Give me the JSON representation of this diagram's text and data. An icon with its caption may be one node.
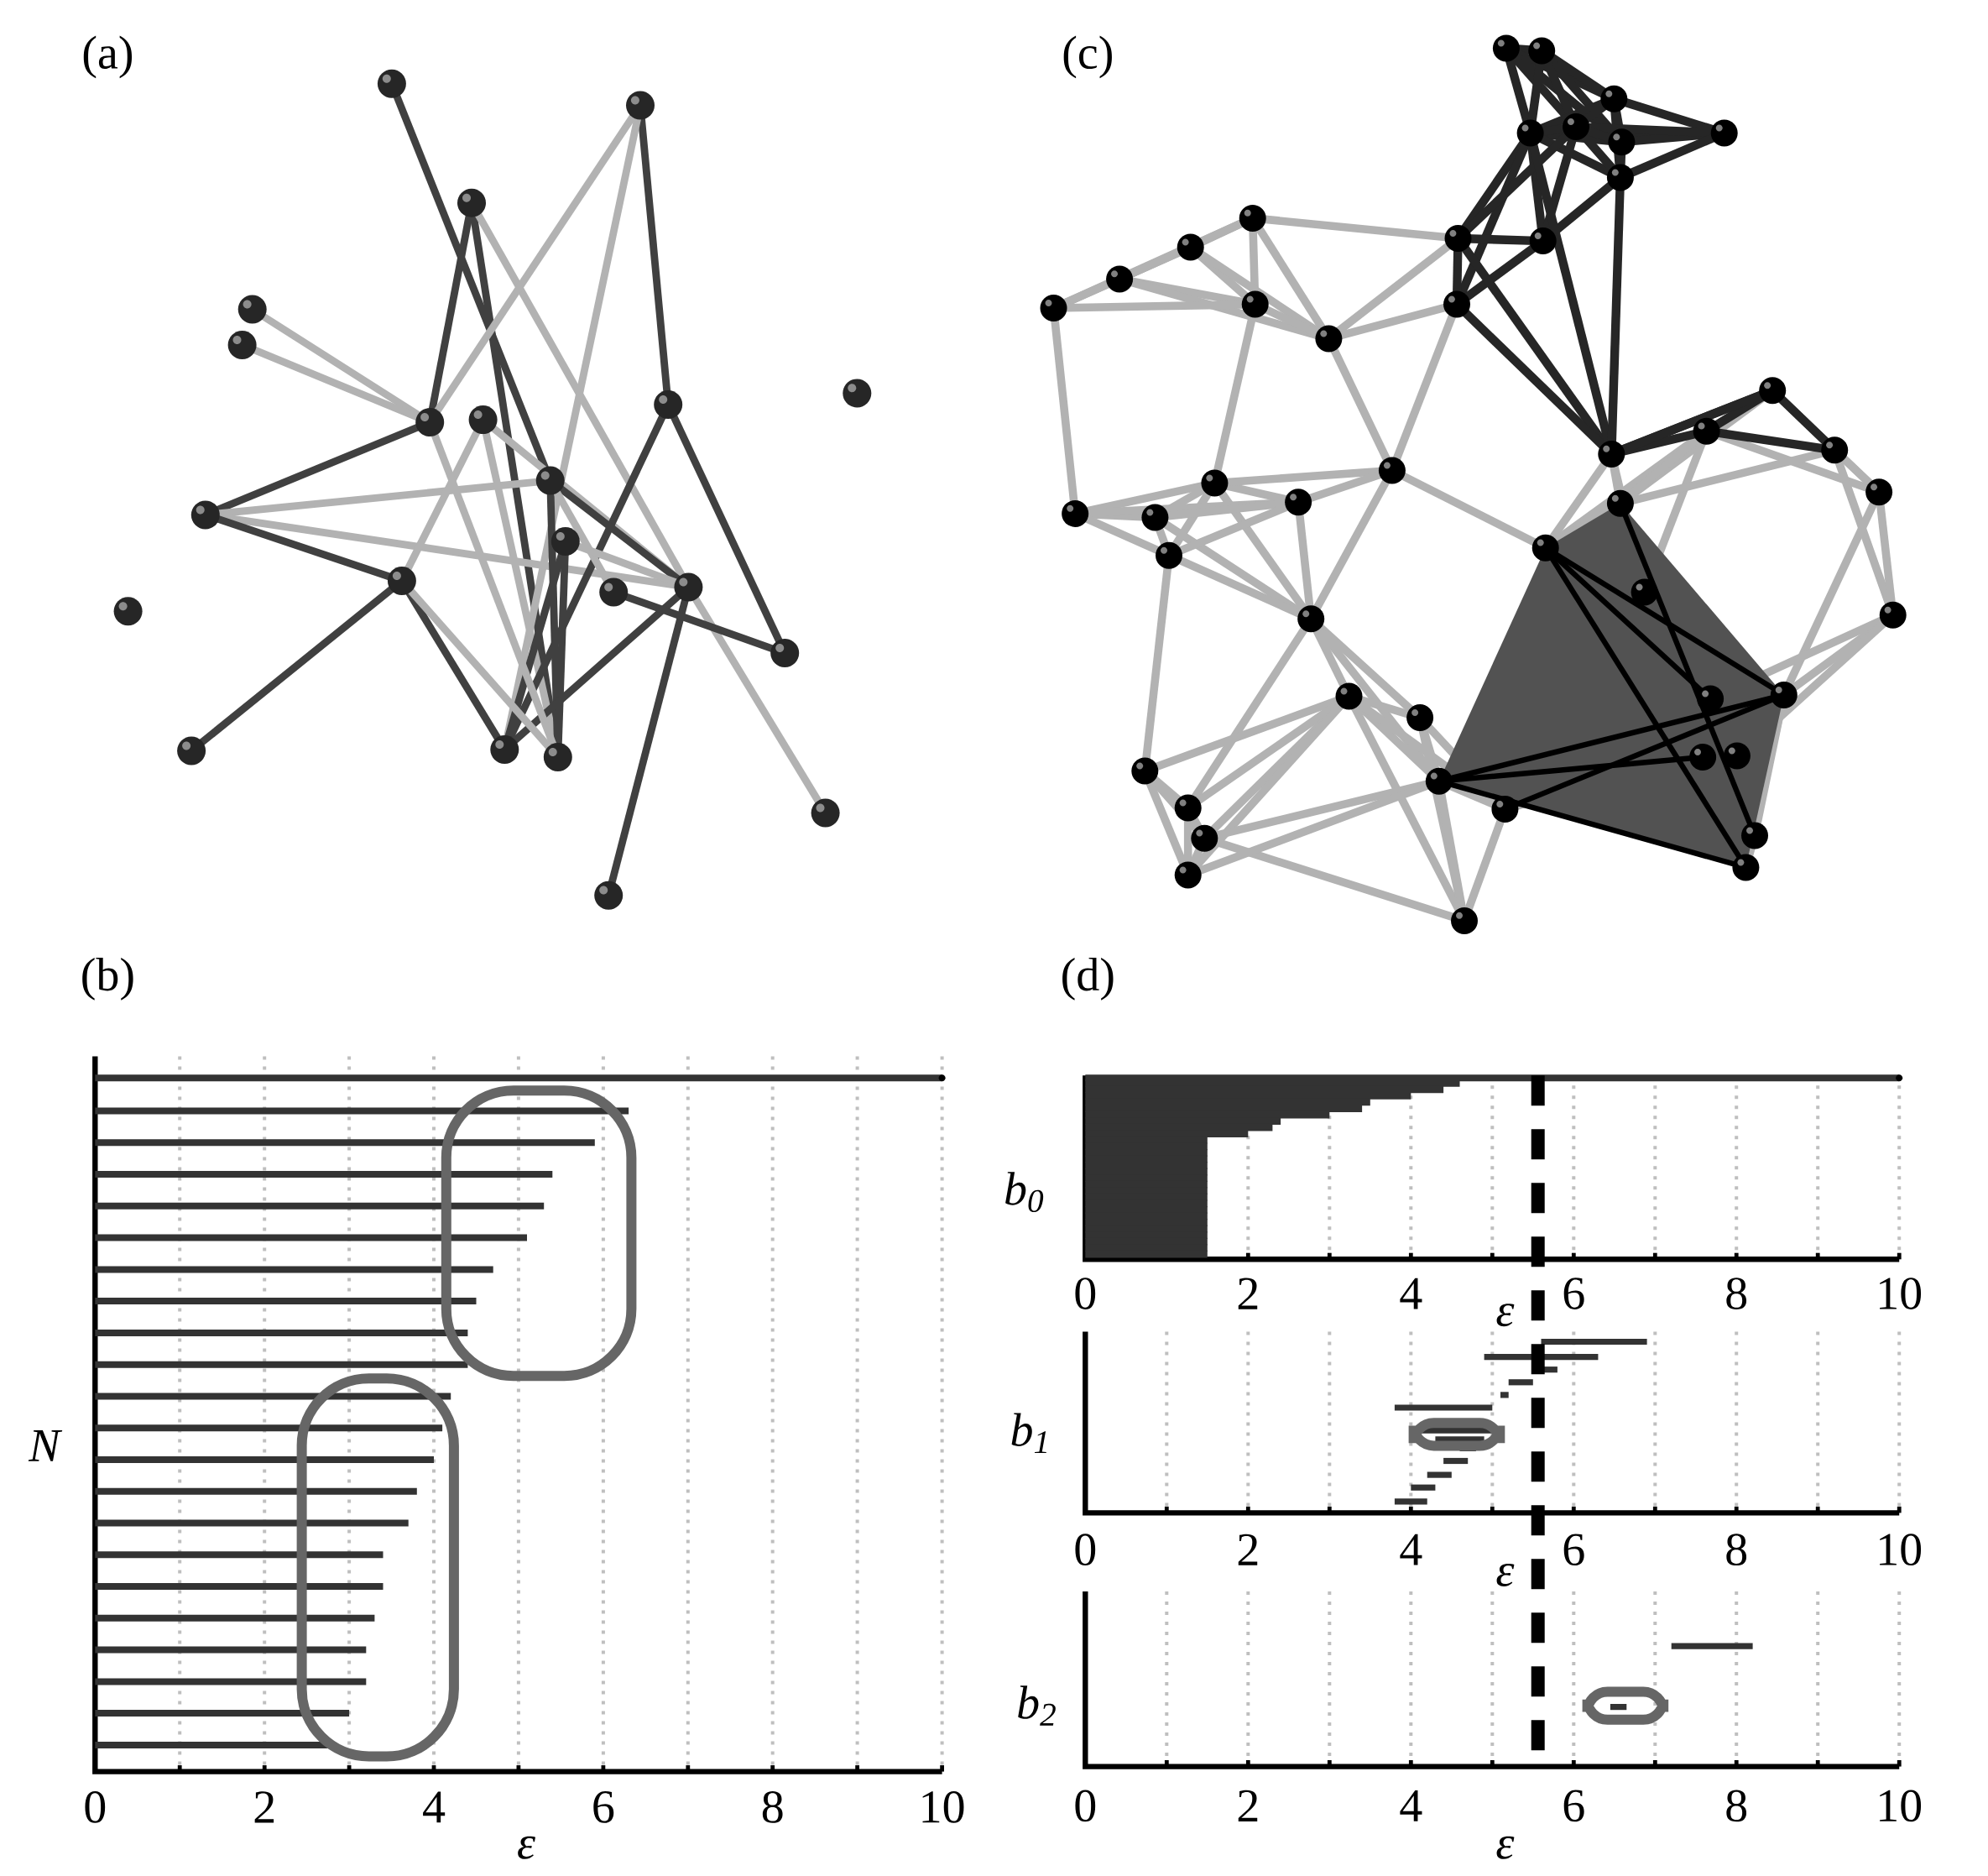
{
  "diagram": {
    "labels": [
      "(a)",
      "(c)",
      "(b)",
      "(d)",
      "N",
      "0",
      "2",
      "4",
      "6",
      "8",
      "10",
      "ε",
      "b$_{0}$",
      "0",
      "2",
      "4",
      "6",
      "8",
      "10",
      "ε",
      "b$_{1}$",
      "0",
      "2",
      "4",
      "6",
      "8",
      "10",
      "ε",
      "b$_{2}$",
      "0",
      "2",
      "4",
      "6",
      "8",
      "10",
      "ε"
    ]
  }
}
